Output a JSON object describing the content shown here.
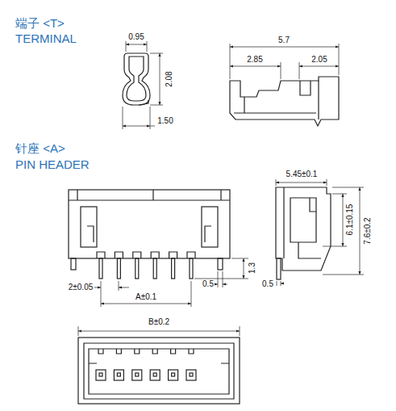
{
  "diagram": {
    "labels": [
      "端子 <T>",
      "TERMINAL",
      "0.95",
      "2.08",
      "1.50",
      "5.7",
      "2.85",
      "2.05",
      "针座 <A>",
      "PIN HEADER",
      "5.45±0.1",
      "6.1±0.15",
      "7.6±0.2",
      "1.3",
      "2±0.05",
      "0.5",
      "A±0.1",
      "0.5",
      "B±0.2"
    ]
  }
}
